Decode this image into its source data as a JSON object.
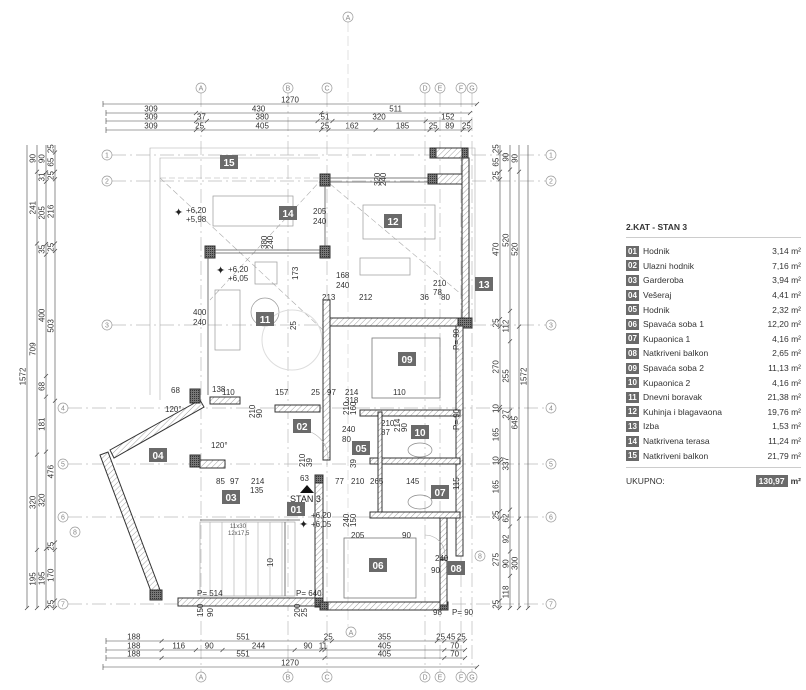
{
  "legend": {
    "title": "2.KAT - STAN 3",
    "rooms": [
      {
        "num": "01",
        "name": "Hodnik",
        "area": "3,14 m²"
      },
      {
        "num": "02",
        "name": "Ulazni hodnik",
        "area": "7,16 m²"
      },
      {
        "num": "03",
        "name": "Garderoba",
        "area": "3,94 m²"
      },
      {
        "num": "04",
        "name": "Vešeraj",
        "area": "4,41 m²"
      },
      {
        "num": "05",
        "name": "Hodnik",
        "area": "2,32 m²"
      },
      {
        "num": "06",
        "name": "Spavaća soba 1",
        "area": "12,20 m²"
      },
      {
        "num": "07",
        "name": "Kupaonica 1",
        "area": "4,16 m²"
      },
      {
        "num": "08",
        "name": "Natkriveni balkon",
        "area": "2,65 m²"
      },
      {
        "num": "09",
        "name": "Spavaća soba 2",
        "area": "11,13 m²"
      },
      {
        "num": "10",
        "name": "Kupaonica 2",
        "area": "4,16 m²"
      },
      {
        "num": "11",
        "name": "Dnevni boravak",
        "area": "21,38 m²"
      },
      {
        "num": "12",
        "name": "Kuhinja i blagavaona",
        "area": "19,76 m²"
      },
      {
        "num": "13",
        "name": "Izba",
        "area": "1,53 m²"
      },
      {
        "num": "14",
        "name": "Natkrivena terasa",
        "area": "11,24 m²"
      },
      {
        "num": "15",
        "name": "Natkriveni balkon",
        "area": "21,79 m²"
      }
    ],
    "total_label": "UKUPNO:",
    "total_value": "130,97",
    "total_unit": "m²"
  },
  "grid": {
    "columns": [
      "A",
      "B",
      "C",
      "D",
      "E",
      "F",
      "G"
    ],
    "rows": [
      "1",
      "2",
      "3",
      "4",
      "5",
      "6",
      "7"
    ],
    "extra": "8",
    "section": "A"
  },
  "dims": {
    "top": [
      [
        1270
      ],
      [
        309,
        430,
        511
      ],
      [
        309,
        37,
        380,
        51,
        320,
        152
      ],
      [
        309,
        25,
        405,
        25,
        162,
        185,
        25,
        89,
        25
      ]
    ],
    "bottom": [
      [
        188,
        551,
        25,
        355,
        25,
        45,
        25
      ],
      [
        188,
        116,
        90,
        244,
        90,
        11,
        405,
        70
      ],
      [
        188,
        551,
        405,
        70
      ],
      [
        1270
      ]
    ],
    "left": [
      [
        1572
      ],
      [
        90,
        241,
        709,
        320,
        195
      ],
      [
        90,
        31,
        205,
        35,
        400,
        68,
        181,
        320,
        195
      ],
      [
        25,
        65,
        25,
        216,
        25,
        503,
        476,
        25,
        170,
        25
      ]
    ],
    "right": [
      [
        25,
        65,
        25,
        470,
        25,
        270,
        10,
        165,
        10,
        165,
        25,
        275,
        25
      ],
      [
        90,
        520,
        112,
        255,
        27,
        337,
        62,
        92,
        90,
        118
      ],
      [
        90,
        520,
        645,
        300
      ],
      [
        1572
      ]
    ]
  },
  "plan": {
    "room_labels": [
      "15",
      "14",
      "12",
      "13",
      "11",
      "09",
      "10",
      "02",
      "05",
      "04",
      "03",
      "01",
      "07",
      "06",
      "08"
    ],
    "levels": [
      [
        "+6,20",
        "+5,98"
      ],
      [
        "+6,20",
        "+6,05"
      ],
      [
        "+6,20",
        "+6,05"
      ]
    ],
    "entrance": "STAN 3",
    "stairs": [
      "11x30",
      "12x17,5"
    ],
    "stair_p": [
      "P= 514",
      "P= 640"
    ],
    "angles": [
      "120°",
      "120°"
    ],
    "inner_dims": [
      "205",
      "240",
      "380",
      "240",
      "320",
      "240",
      "168",
      "240",
      "173",
      "400",
      "240",
      "25",
      "213",
      "212",
      "36",
      "80",
      "210",
      "78",
      "68",
      "138",
      "110",
      "157",
      "25",
      "97",
      "214",
      "318",
      "110",
      "210",
      "90",
      "210",
      "160",
      "240",
      "80",
      "210",
      "87",
      "214",
      "90",
      "210",
      "39",
      "85",
      "97",
      "214",
      "135",
      "63",
      "77",
      "210",
      "265",
      "145",
      "240",
      "150",
      "205",
      "90",
      "240",
      "90",
      "150",
      "90",
      "200",
      "25",
      "98",
      "P= 90",
      "P= 90",
      "P= 90",
      "115",
      "10",
      "39"
    ]
  }
}
